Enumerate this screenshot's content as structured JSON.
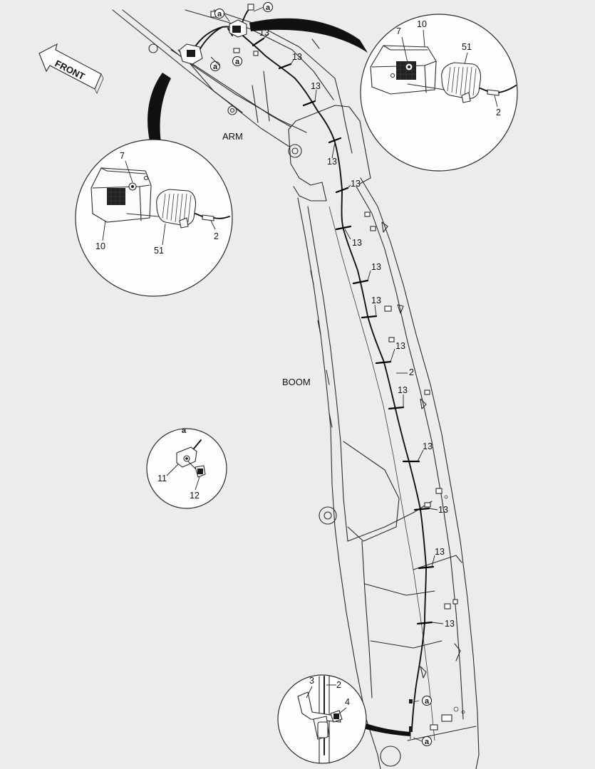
{
  "front_arrow": {
    "label": "FRONT"
  },
  "section_labels": {
    "arm": "ARM",
    "boom": "BOOM"
  },
  "detail_a_label": "a",
  "detail_a_circle_mark": "a",
  "callouts": {
    "harness": "2",
    "bracket": "3",
    "nut": "4",
    "bolt_light": "7",
    "light_bracket": "10",
    "clamp": "11",
    "screw": "12",
    "tie": "13",
    "work_light": "51"
  }
}
